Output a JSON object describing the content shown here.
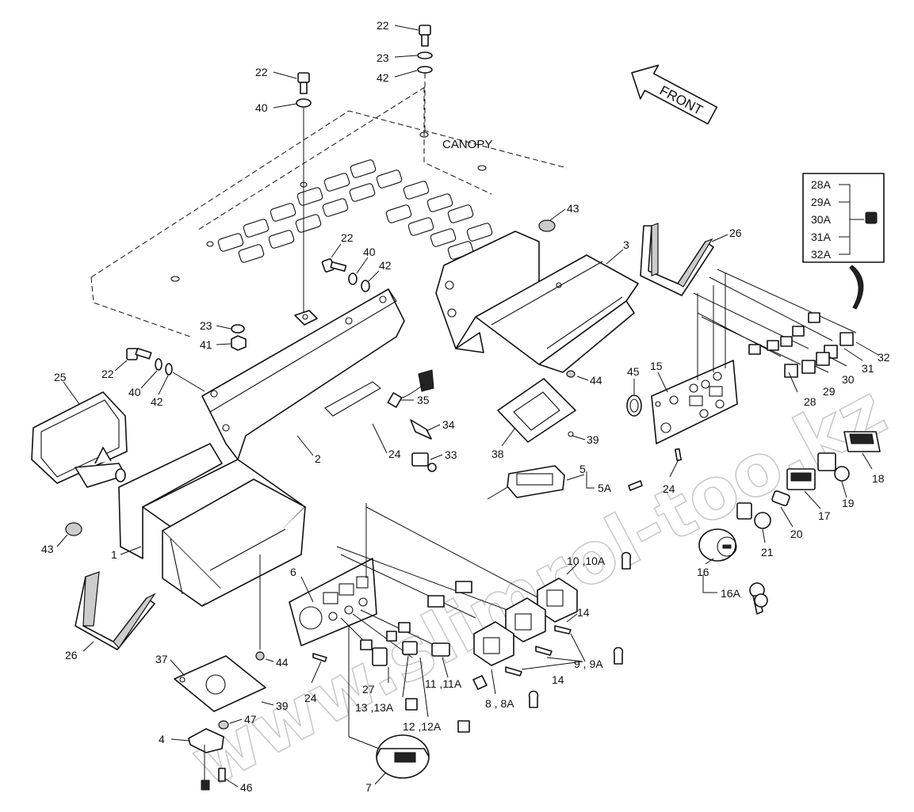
{
  "labels": {
    "l22a": "22",
    "l23a": "23",
    "l42a": "42",
    "l22b": "22",
    "l40b": "40",
    "canopy": "CANOPY",
    "front": "FRONT",
    "l43a": "43",
    "l3": "3",
    "l26a": "26",
    "l22c": "22",
    "l40c": "40",
    "l42c": "42",
    "l23d": "23",
    "l41": "41",
    "l22e": "22",
    "l40e": "40",
    "l42e": "42",
    "l25": "25",
    "l43b": "43",
    "l1": "1",
    "l2": "2",
    "l35": "35",
    "l34": "34",
    "l24a": "24",
    "l33": "33",
    "l44a": "44",
    "l39a": "39",
    "l38": "38",
    "l5": "5",
    "l5a": "5A",
    "l45": "45",
    "l15": "15",
    "l24b": "24",
    "l28": "28",
    "l29": "29",
    "l30": "30",
    "l31": "31",
    "l32": "32",
    "l18": "18",
    "l19": "19",
    "l17": "17",
    "l20": "20",
    "l21": "21",
    "l16": "16",
    "l16a": "16A",
    "l6": "6",
    "l10": "10 ,10A",
    "l14a": "14",
    "l14b": "14",
    "l9": "9 , 9A",
    "l8": "8 , 8A",
    "l11": "11 ,11A",
    "l27": "27",
    "l13": "13 ,13A",
    "l12": "12 ,12A",
    "l24c": "24",
    "l7": "7",
    "l37": "37",
    "l44b": "44",
    "l39b": "39",
    "l47": "47",
    "l4": "4",
    "l46": "46",
    "l26b": "26"
  },
  "kit_box": {
    "items": [
      "28A",
      "29A",
      "30A",
      "31A",
      "32A"
    ]
  },
  "watermark": {
    "text": "www.slimrol-too.kz"
  },
  "icons": {
    "front_arrow": "front-direction-arrow-icon",
    "key": "ignition-key-icon",
    "bulb": "bulb-icon"
  }
}
